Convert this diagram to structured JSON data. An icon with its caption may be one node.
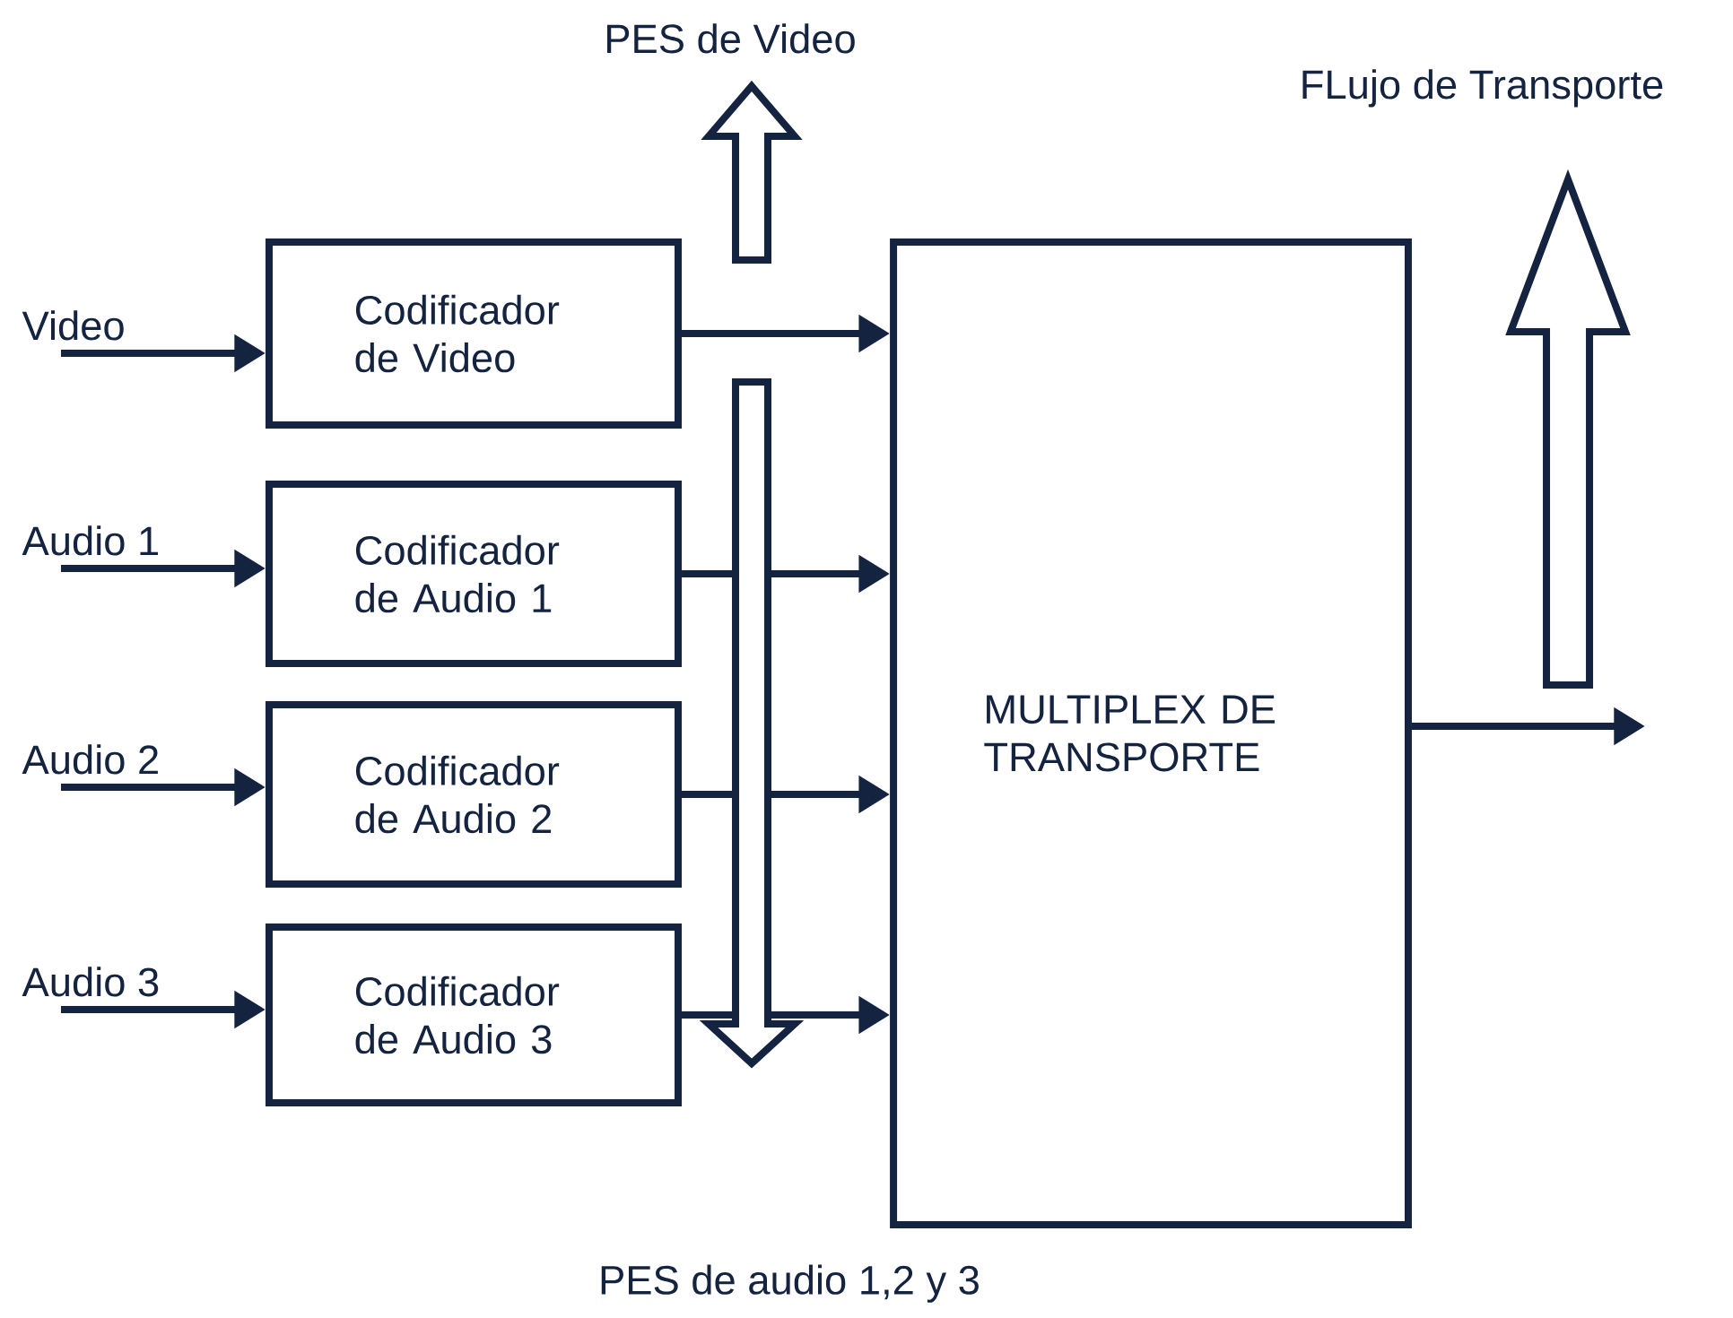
{
  "diagram": {
    "nodes": [
      {
        "text": [
          "Video"
        ]
      },
      {
        "text": [
          "Codificador de Video"
        ]
      },
      {
        "text": [
          "Audio 1"
        ]
      },
      {
        "text": [
          "Codificador de Audio 1"
        ]
      },
      {
        "text": [
          "Audio 2"
        ]
      },
      {
        "text": [
          "Codificador de Audio 2"
        ]
      },
      {
        "text": [
          "Audio 3"
        ]
      },
      {
        "text": [
          "Codificador de Audio 3"
        ]
      },
      {
        "text": [
          "MULTIPLEX DE TRANSPORTE"
        ]
      },
      {
        "text": [
          "PES de Video"
        ]
      }
    ],
    "edges": [
      {
        "from": 0,
        "to": 1,
        "arrow": "to"
      },
      {
        "from": 2,
        "to": 3,
        "arrow": "to"
      },
      {
        "from": 4,
        "to": 5,
        "arrow": "to"
      },
      {
        "from": 6,
        "to": 7,
        "arrow": "to"
      },
      {
        "from": 1,
        "to": 8,
        "arrow": "to"
      },
      {
        "from": 3,
        "to": 8,
        "arrow": "to"
      },
      {
        "from": 5,
        "to": 8,
        "arrow": "to"
      },
      {
        "from": 7,
        "to": 8,
        "arrow": "to"
      },
      {
        "from": 8,
        "to": null,
        "arrow": "to"
      },
      {
        "from": null,
        "to": 9,
        "arrow": "to",
        "style": "thick"
      }
    ],
    "labels": [
      "PES de audio 1,2 y 3",
      "FLujo de Transporte"
    ]
  }
}
